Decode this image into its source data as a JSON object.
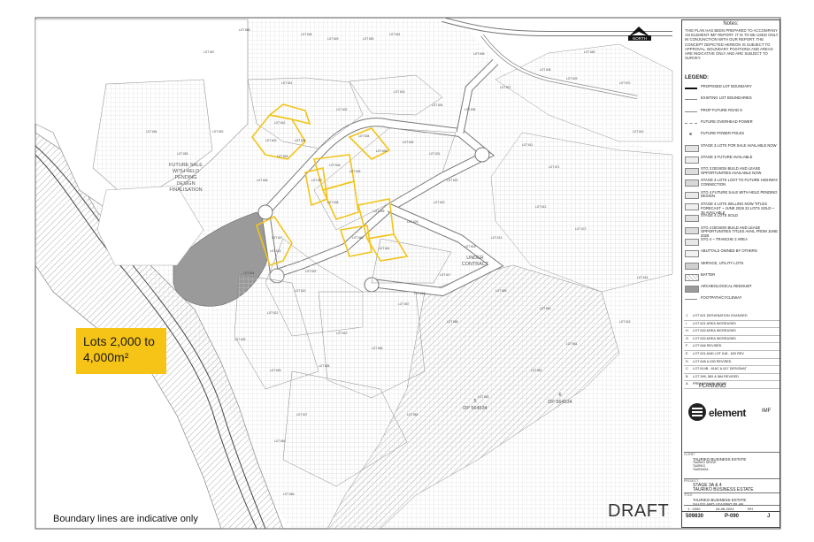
{
  "callout": {
    "line1": "Lots 2,000 to",
    "line2": "4,000m²"
  },
  "footnote": "Boundary lines are indicative only",
  "draft_label": "DRAFT",
  "map_labels": {
    "future_sale": [
      "FUTURE SALE",
      "WITH HELD",
      "PENDING",
      "DESIGN",
      "FINALISATION"
    ],
    "under_contract": [
      "UNDER",
      "CONTRACT"
    ],
    "dp5": [
      "5",
      "DP 564534"
    ],
    "dp6": [
      "6",
      "DP 564534"
    ],
    "north": "NORTH"
  },
  "lots": [
    "LOT 601",
    "LOT 602",
    "LOT 603",
    "LOT 604",
    "LOT 605",
    "LOT 606",
    "LOT 607",
    "LOT 608",
    "LOT 609",
    "LOT 610",
    "LOT 611",
    "LOT 612",
    "LOT 613",
    "LOT 614",
    "LOT 615",
    "LOT 616",
    "LOT 617",
    "LOT 618",
    "LOT 619",
    "LOT 620",
    "LOT 621",
    "LOT 622",
    "LOT 623",
    "LOT 624",
    "LOT 625",
    "LOT 626",
    "LOT 627",
    "LOT 628",
    "LOT 629",
    "LOT 630",
    "LOT 631",
    "LOT 632",
    "LOT 633",
    "LOT 634",
    "LOT 635",
    "LOT 636",
    "LOT 637",
    "LOT 638",
    "LOT 639",
    "LOT 640",
    "LOT 641",
    "LOT 642",
    "LOT 643",
    "LOT 644",
    "LOT 645",
    "LOT 646",
    "LOT 647",
    "LOT 648",
    "LOT 649",
    "LOT 650",
    "LOT 651",
    "LOT 652",
    "LOT 653",
    "LOT 654",
    "LOT 655",
    "LOT 656",
    "LOT 657",
    "LOT 658",
    "LOT 659",
    "LOT 660",
    "LOT 661",
    "LOT 662",
    "LOT 663",
    "LOT 664",
    "LOT 665",
    "LOT 666",
    "LOT 667",
    "LOT 668",
    "LOT 669",
    "LOT 670",
    "LOT 671",
    "LOT 672"
  ],
  "title_block": {
    "notes_heading": "Notes:",
    "notes": "THIS PLAN HAS BEEN PREPARED TO ACCOMPANY AN ELEMENT IMF REPORT. IT IS TO BE USED ONLY IN CONJUNCTION WITH OUR REPORT. THE CONCEPT DEPICTED HEREON IS SUBJECT TO APPROVAL. BOUNDARY POSITIONS AND AREAS ARE INDICATIVE ONLY AND ARE SUBJECT TO SURVEY.",
    "legend_heading": "LEGEND:",
    "legend": [
      {
        "label": "PROPOSED LOT BOUNDARY",
        "color": "#111111",
        "style": "thick"
      },
      {
        "label": "EXISTING LOT BOUNDARIES",
        "color": "#888888",
        "style": "thin"
      },
      {
        "label": "PROP FUTURE ROAD 8",
        "color": "#888888",
        "style": "thin"
      },
      {
        "label": "FUTURE OVERHEAD POWER",
        "color": "#888888",
        "style": "dash"
      },
      {
        "label": "FUTURE POWER POLES",
        "color": "#888888",
        "style": "dot"
      },
      {
        "label": "STAGE 3 LOTS FOR SALE AVAILABLE NOW",
        "color": "#e5e5e5",
        "style": "fill"
      },
      {
        "label": "STAGE 3 FUTURE AVAILABLE",
        "color": "#eeeeee",
        "style": "fill"
      },
      {
        "label": "STG 3 DESIGN BUILD AND LEASE OPPORTUNITIES AVAILABLE NOW",
        "color": "#dddddd",
        "style": "fill"
      },
      {
        "label": "STAGE 3 LOTS LOST TO FUTURE HIGHWAY CONNECTION",
        "color": "#d8d8d8",
        "style": "fill"
      },
      {
        "label": "STG 4 FUTURE SALE WITH HELD PENDING DESIGN",
        "color": "#eaeaea",
        "style": "fill"
      },
      {
        "label": "STAGE 4 LOTS SELLING NOW TITLES FORECAST ~ JUNE 2026 22 LOTS SOLD ~ 35 AVAILABLE",
        "color": "#f0f0f0",
        "style": "fill"
      },
      {
        "label": "STAGE 4 LOTS SOLD",
        "color": "#e2e2e2",
        "style": "fill"
      },
      {
        "label": "STG 4 DESIGN BUILD AND LEASE OPPORTUNITIES TITLES AVAIL FROM JUNE 2026",
        "color": "#dcdcdc",
        "style": "fill"
      },
      {
        "label": "STG 4 ~ TRANCHE 2 AREA",
        "color": "#e8e8e8",
        "style": "fill"
      },
      {
        "label": "ABUTTALS OWNED BY OTHERS",
        "color": "#f2f2f2",
        "style": "fill"
      },
      {
        "label": "SERVICE, UTILITY LOTS",
        "color": "#d0d0d0",
        "style": "fill"
      },
      {
        "label": "BATTER",
        "color": "#cccccc",
        "style": "hatch"
      },
      {
        "label": "ARCHEOLOGICAL REDOUBT",
        "color": "#9a9a9a",
        "style": "fill"
      },
      {
        "label": "FOOTPATH/CYCLEWAY",
        "color": "#888888",
        "style": "thin"
      }
    ],
    "revisions": [
      {
        "rev": "J",
        "desc": "LOT 621 DESIGNATION CHANGED"
      },
      {
        "rev": "I",
        "desc": "LOT 621 AREA INCREASED"
      },
      {
        "rev": "H",
        "desc": "LOT 620 AREA INCREASED"
      },
      {
        "rev": "G",
        "desc": "LOT 620 AREA INCREASED"
      },
      {
        "rev": "F",
        "desc": "LOT 646 REVISED"
      },
      {
        "rev": "E",
        "desc": "LOT 621 AND LOT 618 - 620 REV"
      },
      {
        "rev": "D",
        "desc": "LOT 648 & 630 REVISED"
      },
      {
        "rev": "C",
        "desc": "LOT 614B - 616C & 617 DESIGNAT"
      },
      {
        "rev": "B",
        "desc": "LOT 399, 583 & 584 REVISED"
      },
      {
        "rev": "A",
        "desc": "PRELIMINARY ISSUE"
      }
    ],
    "stamp": "PLANNING",
    "logo_main": "element",
    "logo_sub": "IMF",
    "client_label": "CLIENT",
    "client": "TAURIKO BUSINESS ESTATE",
    "client_addr": [
      "TAURIKO GROVE",
      "TAURIKO",
      "TAURANGA"
    ],
    "project_label": "PROJECT",
    "project": [
      "STAGE 3A & 4",
      "TAURIKO BUSINESS ESTATE"
    ],
    "title_label": "TITLE",
    "title": [
      "TAURIKO BUSINESS ESTATE",
      "SALES AND LEASING PLAN"
    ],
    "scale": "1 : 2000",
    "date": "26-08-2024",
    "drawn": "RH",
    "project_no": "509830",
    "drawing_no": "P-090",
    "revision": "J"
  }
}
